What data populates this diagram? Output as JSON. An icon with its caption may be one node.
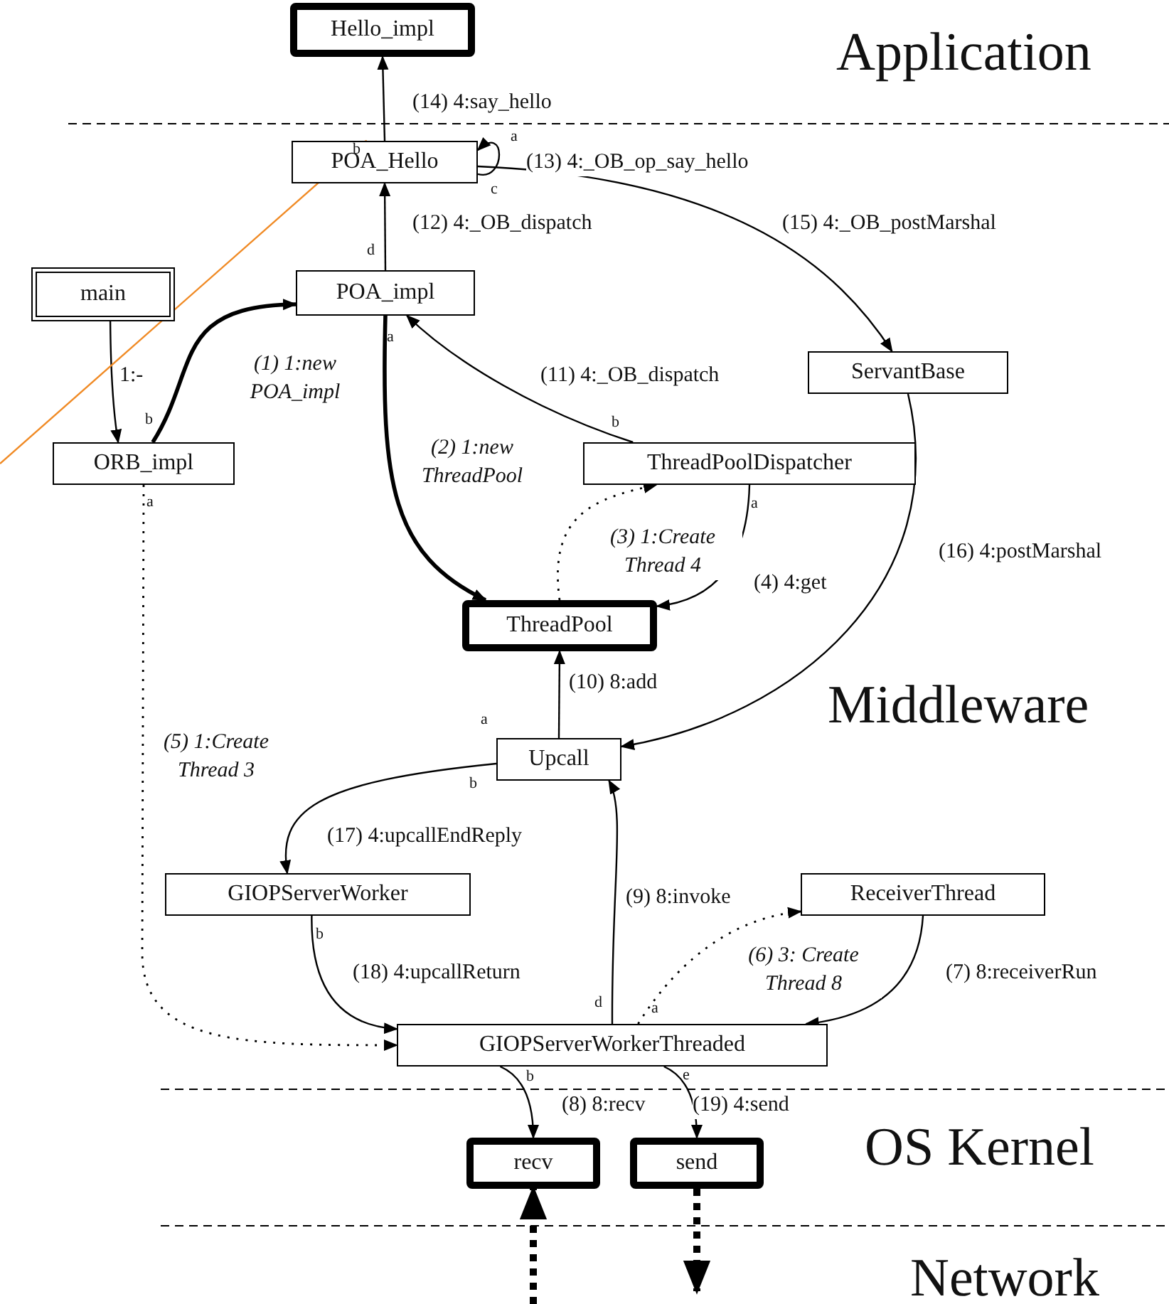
{
  "diagram": {
    "nodes": [
      {
        "text": [
          "Hello_impl"
        ]
      },
      {
        "text": [
          "POA_Hello"
        ]
      },
      {
        "text": [
          "main"
        ]
      },
      {
        "text": [
          "POA_impl"
        ]
      },
      {
        "text": [
          "ServantBase"
        ]
      },
      {
        "text": [
          "ORB_impl"
        ]
      },
      {
        "text": [
          "ThreadPoolDispatcher"
        ]
      },
      {
        "text": [
          "ThreadPool"
        ]
      },
      {
        "text": [
          "Upcall"
        ]
      },
      {
        "text": [
          "GIOPServerWorker"
        ]
      },
      {
        "text": [
          "ReceiverThread"
        ]
      },
      {
        "text": [
          "GIOPServerWorkerThreaded"
        ]
      },
      {
        "text": [
          "recv"
        ]
      },
      {
        "text": [
          "send"
        ]
      }
    ],
    "edges": [
      {
        "from": 1,
        "to": 0,
        "arrow": "to",
        "label": "(14) 4:say_hello"
      },
      {
        "from": 1,
        "to": 1,
        "arrow": "to",
        "label": "(13) 4:_OB_op_say_hello"
      },
      {
        "from": 3,
        "to": 1,
        "arrow": "to",
        "label": "(12) 4:_OB_dispatch"
      },
      {
        "from": 1,
        "to": 4,
        "arrow": "to",
        "label": "(15) 4:_OB_postMarshal"
      },
      {
        "from": 2,
        "to": 5,
        "arrow": "to",
        "label": "1:-"
      },
      {
        "from": 5,
        "to": 3,
        "arrow": "to",
        "label": "(1) 1:new POA_impl",
        "style": "thick"
      },
      {
        "from": 6,
        "to": 3,
        "arrow": "to",
        "label": "(11) 4:_OB_dispatch"
      },
      {
        "from": 3,
        "to": 7,
        "arrow": "to",
        "label": "(2) 1:new ThreadPool",
        "style": "thick"
      },
      {
        "from": 7,
        "to": 6,
        "arrow": "to",
        "label": "(3) 1:Create Thread 4",
        "style": "dashed"
      },
      {
        "from": 6,
        "to": 7,
        "arrow": "to",
        "label": "(4) 4:get"
      },
      {
        "from": 4,
        "to": 8,
        "arrow": "to",
        "label": "(16) 4:postMarshal"
      },
      {
        "from": 8,
        "to": 7,
        "arrow": "to",
        "label": "(10) 8:add"
      },
      {
        "from": 5,
        "to": 11,
        "arrow": "to",
        "label": "(5) 1:Create Thread 3",
        "style": "dashed"
      },
      {
        "from": 8,
        "to": 9,
        "arrow": "to",
        "label": "(17) 4:upcallEndReply"
      },
      {
        "from": 11,
        "to": 8,
        "arrow": "to",
        "label": "(9) 8:invoke"
      },
      {
        "from": 11,
        "to": 10,
        "arrow": "to",
        "label": "(6) 3: Create Thread 8",
        "style": "dashed"
      },
      {
        "from": 10,
        "to": 11,
        "arrow": "to",
        "label": "(7) 8:receiverRun"
      },
      {
        "from": 9,
        "to": 11,
        "arrow": "to",
        "label": "(18) 4:upcallReturn"
      },
      {
        "from": 11,
        "to": 12,
        "arrow": "to",
        "label": "(8) 8:recv"
      },
      {
        "from": 11,
        "to": 13,
        "arrow": "to",
        "label": "(19) 4:send"
      },
      {
        "from": null,
        "to": 12,
        "arrow": "to",
        "style": "dashed"
      },
      {
        "from": 13,
        "to": null,
        "arrow": "to",
        "style": "dashed"
      },
      {
        "from": null,
        "to": 1,
        "arrow": "to",
        "color": "#f08a24"
      }
    ],
    "labels": [
      "Application",
      "b",
      "a",
      "c",
      "d",
      "a",
      "b",
      "b",
      "a",
      "a",
      "Middleware",
      "a",
      "b",
      "b",
      "d",
      "a",
      "b",
      "e",
      "OS Kernel",
      "Network"
    ]
  }
}
